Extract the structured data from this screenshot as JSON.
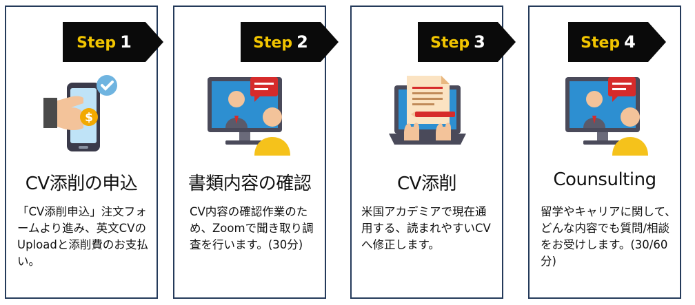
{
  "steps": [
    {
      "step_word": "Step",
      "step_number": "1",
      "title": "CV添削の申込",
      "description": "「CV添削申込」注文フォームより進み、英文CVのUploadと添削費のお支払い。",
      "icon": "phone-payment-icon"
    },
    {
      "step_word": "Step",
      "step_number": "2",
      "title": "書類内容の確認",
      "description": "CV内容の確認作業のため、Zoomで聞き取り調査を行います。(30分)",
      "icon": "video-call-icon"
    },
    {
      "step_word": "Step",
      "step_number": "3",
      "title": "CV添削",
      "description": "米国アカデミアで現在通用する、読まれやすいCVへ修正します。",
      "icon": "laptop-document-edit-icon"
    },
    {
      "step_word": "Step",
      "step_number": "4",
      "title": "Counsulting",
      "description": "留学やキャリアに関して、どんな内容でも質問/相談をお受けします。(30/60分)",
      "icon": "video-consulting-icon"
    }
  ],
  "colors": {
    "border": "#243a5a",
    "tag_background": "#0a0a0a",
    "step_word": "#f2c500",
    "step_number": "#ffffff"
  }
}
